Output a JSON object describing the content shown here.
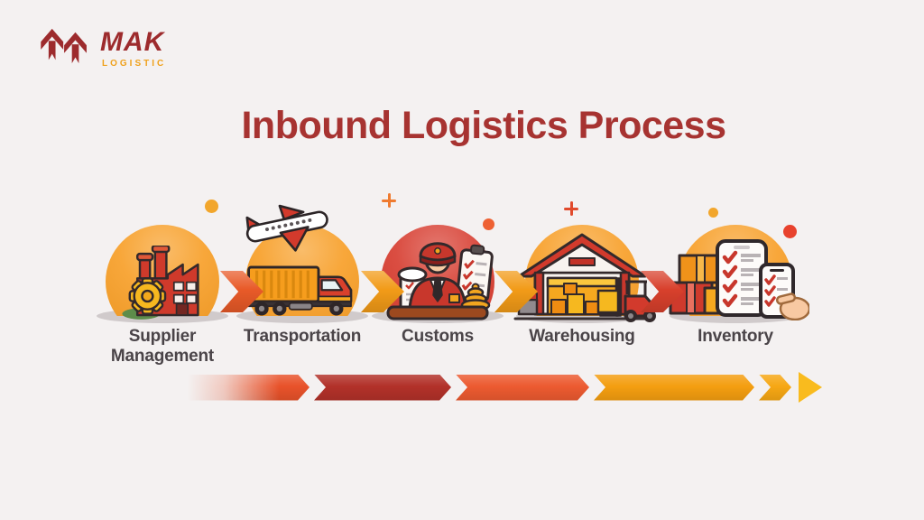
{
  "page": {
    "background_color": "#f4f1f1"
  },
  "logo": {
    "brand": "MAK",
    "subtitle": "LOGISTIC",
    "brand_color": "#9d2b2d",
    "subtitle_color": "#efa11c",
    "mark_color": "#9d2b2d"
  },
  "title": {
    "text": "Inbound Logistics Process",
    "color": "#a73331"
  },
  "label_color": "#4a4448",
  "steps": [
    {
      "label": "Supplier Management",
      "icon": "factory-gear-icon",
      "circle_color": "#f79d24"
    },
    {
      "label": "Transportation",
      "icon": "truck-airplane-icon",
      "circle_color": "#f79d24"
    },
    {
      "label": "Customs",
      "icon": "customs-officer-icon",
      "circle_color": "#d6392c"
    },
    {
      "label": "Warehousing",
      "icon": "warehouse-forklift-icon",
      "circle_color": "#f79d24"
    },
    {
      "label": "Inventory",
      "icon": "inventory-checklist-icon",
      "circle_color": "#f79d24"
    }
  ],
  "connectors": [
    {
      "color": "#e85a28"
    },
    {
      "color": "#f29b18"
    },
    {
      "color": "#f29b18"
    },
    {
      "color": "#d8402c"
    }
  ],
  "progress_arrow": {
    "segments": [
      {
        "color": "#e8522a",
        "fade_in": true
      },
      {
        "color": "#b23129"
      },
      {
        "color": "#ec5a30"
      },
      {
        "color": "#f49e10"
      },
      {
        "color": "#f6a714"
      }
    ],
    "arrowhead_color": "#f9bb1e"
  },
  "decorations": [
    {
      "shape": "dot",
      "color": "#f2a62c"
    },
    {
      "shape": "plus",
      "color": "#ef7b30"
    },
    {
      "shape": "dot",
      "color": "#ee6133"
    },
    {
      "shape": "plus",
      "color": "#e14a2c"
    },
    {
      "shape": "dot",
      "color": "#f2a62c"
    },
    {
      "shape": "dot",
      "color": "#e8422d"
    }
  ]
}
